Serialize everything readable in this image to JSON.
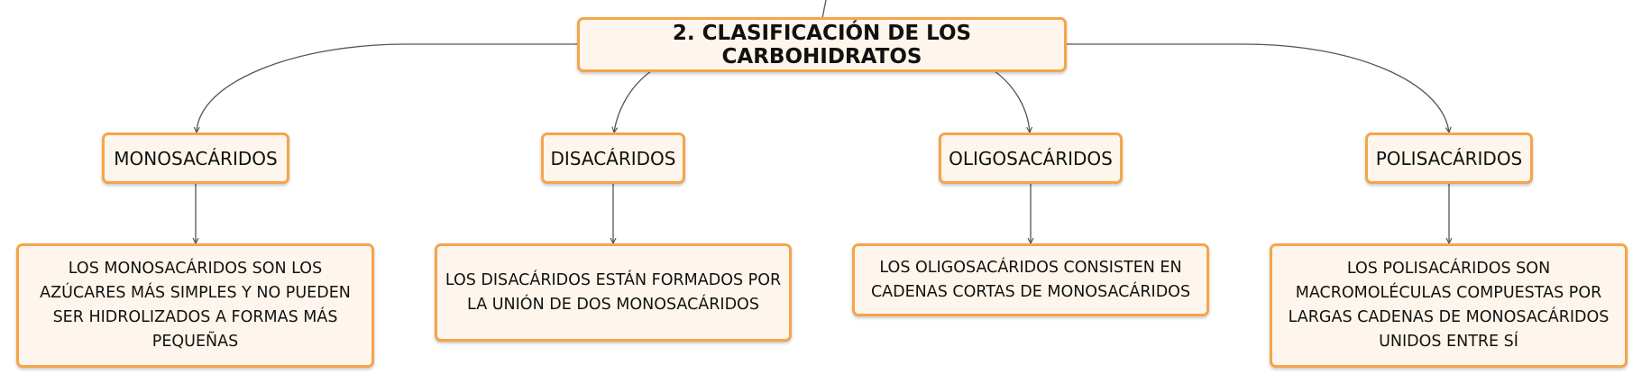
{
  "root": {
    "label": "2. CLASIFICACIÓN DE LOS CARBOHIDRATOS"
  },
  "categories": [
    {
      "label": "MONOSACÁRIDOS",
      "description": "LOS MONOSACÁRIDOS SON LOS AZÚCARES MÁS SIMPLES Y NO PUEDEN SER HIDROLIZADOS A FORMAS MÁS PEQUEÑAS"
    },
    {
      "label": "DISACÁRIDOS",
      "description": "LOS DISACÁRIDOS ESTÁN FORMADOS POR LA UNIÓN DE DOS MONOSACÁRIDOS"
    },
    {
      "label": "OLIGOSACÁRIDOS",
      "description": "LOS OLIGOSACÁRIDOS CONSISTEN EN CADENAS CORTAS DE MONOSACÁRIDOS"
    },
    {
      "label": "POLISACÁRIDOS",
      "description": "LOS POLISACÁRIDOS SON MACROMOLÉCULAS COMPUESTAS POR LARGAS CADENAS DE MONOSACÁRIDOS UNIDOS ENTRE SÍ"
    }
  ],
  "colors": {
    "border": "#f5a54a",
    "fill": "#fef6ec",
    "line": "#555555",
    "text": "#111111"
  }
}
